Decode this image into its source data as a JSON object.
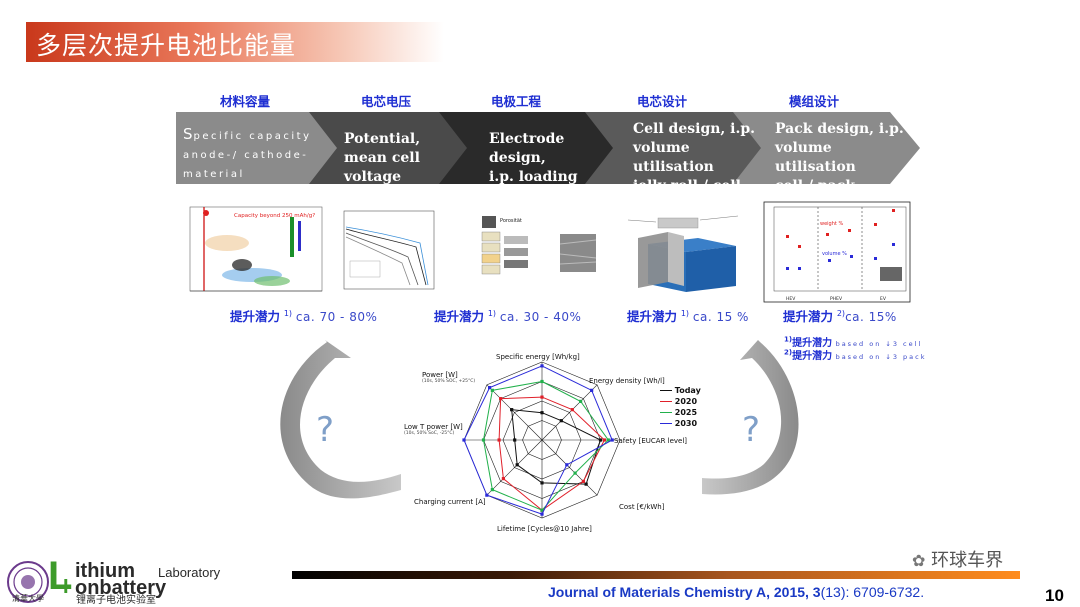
{
  "title": "多层次提升电池比能量",
  "steps": [
    {
      "heading": "材料容量",
      "big_letter": "S",
      "lines": [
        "pecific capacity",
        "anode-/ cathode-",
        "material"
      ]
    },
    {
      "heading": "电芯电压",
      "lines": [
        "Potential,",
        "mean cell voltage"
      ]
    },
    {
      "heading": "电极工程",
      "lines": [
        "Electrode design,",
        "i.p. loading"
      ]
    },
    {
      "heading": "电芯设计",
      "lines": [
        "Cell design, i.p.",
        "volume utilisation",
        "jelly roll / cell"
      ]
    },
    {
      "heading": "模组设计",
      "lines": [
        "Pack  design, i.p.",
        "volume utilisation",
        "cell / pack"
      ]
    }
  ],
  "potentials": [
    {
      "label": "提升潜力",
      "sup": "1)",
      "value": "ca. 70 - 80%"
    },
    {
      "label": "提升潜力",
      "sup": "1)",
      "value": "ca. 30 - 40%"
    },
    {
      "label": "提升潜力",
      "sup": "1)",
      "value": "ca. 15 %"
    },
    {
      "label": "提升潜力",
      "sup": "2)",
      "value": "ca. 15%"
    }
  ],
  "notes": [
    {
      "sup": "1)",
      "label": "提升潜力",
      "text": "based on ↓3 cell"
    },
    {
      "sup": "2)",
      "label": "提升潜力",
      "text": "based on ↓3 pack"
    }
  ],
  "question_mark": "?",
  "thumb_labels": {
    "t1_red": "Capacity beyond 250 mAh/g?",
    "t3_title": "Porosität",
    "t5_weight": "weight %",
    "t5_volume": "volume %",
    "t5_x": [
      "HEV",
      "PHEV",
      "EV"
    ]
  },
  "radar": {
    "axes": [
      {
        "label": "Specific energy [Wh/kg]",
        "sub": ""
      },
      {
        "label": "Energy density [Wh/l]",
        "sub": ""
      },
      {
        "label": "Safety [EUCAR level]",
        "sub": ""
      },
      {
        "label": "Cost [€/kWh]",
        "sub": ""
      },
      {
        "label": "Lifetime [Cycles@10 Jahre]",
        "sub": ""
      },
      {
        "label": "Charging current [A]",
        "sub": ""
      },
      {
        "label": "Low T power [W]",
        "sub": "(10s, 50% SoC, -25°C)"
      },
      {
        "label": "Power [W]",
        "sub": "(10s, 50% SOC, +25°C)"
      }
    ],
    "series": [
      {
        "name": "Today",
        "color": "#111111",
        "values": [
          0.35,
          0.35,
          0.75,
          0.8,
          0.55,
          0.45,
          0.35,
          0.55
        ]
      },
      {
        "name": "2020",
        "color": "#e0202a",
        "values": [
          0.55,
          0.55,
          0.8,
          0.75,
          0.9,
          0.7,
          0.55,
          0.75
        ]
      },
      {
        "name": "2025",
        "color": "#22b14c",
        "values": [
          0.75,
          0.7,
          0.85,
          0.6,
          0.9,
          0.9,
          0.75,
          0.9
        ]
      },
      {
        "name": "2030",
        "color": "#2a2ad8",
        "values": [
          0.95,
          0.9,
          0.9,
          0.45,
          0.95,
          1.0,
          1.0,
          0.95
        ]
      }
    ]
  },
  "footer": {
    "journal_prefix": "Journal of Materials Chemistry A, 2015, ",
    "journal_volume": "3",
    "journal_suffix": "(13): 6709-6732.",
    "page_number": "10",
    "watermark": "环球车界"
  },
  "logo": {
    "letter_l": "L",
    "line1": "ithium",
    "line1b": "Laboratory",
    "letter_i": "I",
    "line2": "onbattery",
    "chinese": "锂离子电池实验室",
    "university": "清華大學"
  }
}
